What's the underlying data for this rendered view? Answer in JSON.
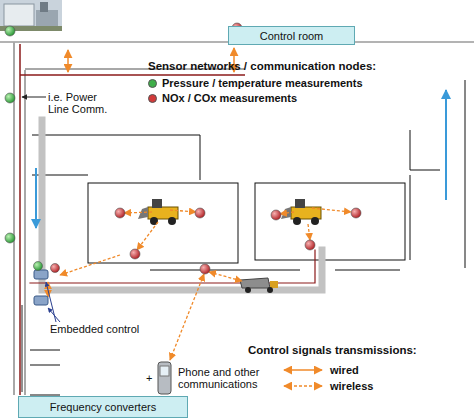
{
  "diagram": {
    "nodes": [
      {
        "text": [
          "Control room"
        ]
      },
      {
        "text": [
          "Frequency converters"
        ]
      }
    ],
    "labels": [
      "i.e. Power Line Comm.",
      "Sensor networks / communication nodes:",
      "Embedded control",
      "+",
      "Phone and other communications",
      "Control signals transmissions:"
    ],
    "legend": [
      {
        "text": "Pressure / temperature measurements",
        "color": "#3fae49"
      },
      {
        "text": "NOx / COx measurements",
        "color": "#d23a3a"
      },
      {
        "text": "wired"
      },
      {
        "text": "wireless"
      }
    ]
  }
}
